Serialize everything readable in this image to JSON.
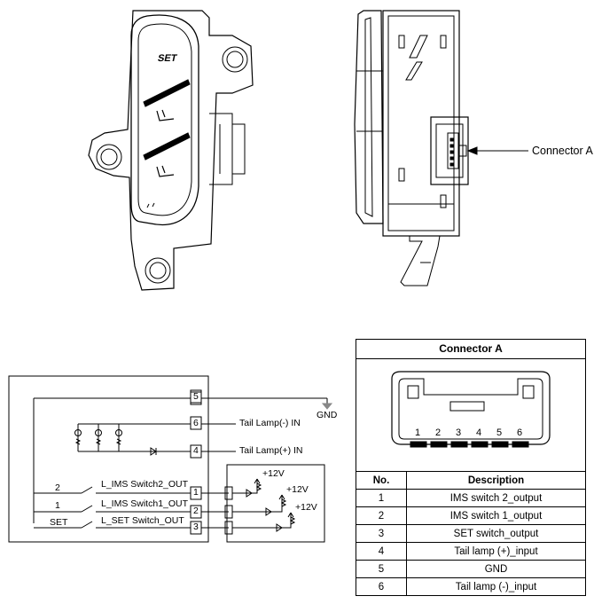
{
  "callouts": {
    "connector_a": "Connector A"
  },
  "switch_icons": {
    "set": "SET"
  },
  "schematic": {
    "pins": [
      "5",
      "6",
      "4",
      "1",
      "2",
      "3"
    ],
    "labels": {
      "gnd": "GND",
      "tail_minus": "Tail Lamp(-) IN",
      "tail_plus": "Tail Lamp(+) IN",
      "ims2_out": "L_IMS Switch2_OUT",
      "ims1_out": "L_IMS Switch1_OUT",
      "set_out": "L_SET Switch_OUT",
      "sw_2": "2",
      "sw_1": "1",
      "sw_set": "SET",
      "v12": "+12V"
    }
  },
  "connector_table": {
    "title": "Connector A",
    "pin_numbers": [
      "1",
      "2",
      "3",
      "4",
      "5",
      "6"
    ],
    "header": {
      "no": "No.",
      "description": "Description"
    },
    "rows": [
      {
        "no": "1",
        "description": "IMS switch 2_output"
      },
      {
        "no": "2",
        "description": "IMS switch 1_output"
      },
      {
        "no": "3",
        "description": "SET switch_output"
      },
      {
        "no": "4",
        "description": "Tail lamp (+)_input"
      },
      {
        "no": "5",
        "description": "GND"
      },
      {
        "no": "6",
        "description": "Tail lamp (-)_input"
      }
    ]
  }
}
